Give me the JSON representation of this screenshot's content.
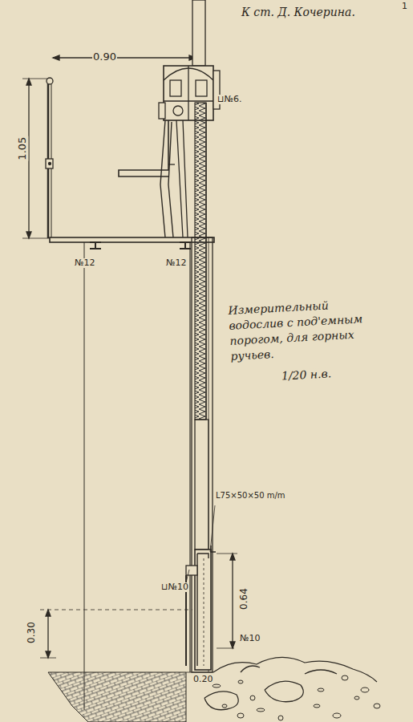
{
  "diagram": {
    "title": "Измерительный водослив с под'емным порогом, для горных ручьев.",
    "labels": [
      "1",
      "К ст. Д. Кочерина.",
      "0.90",
      "1.05",
      "⊔№6.",
      "№12",
      "№12",
      "1/20 н.в.",
      "L75×50×50 m/m",
      "0.64",
      "⊔№10",
      "№10",
      "0.30",
      "0.20"
    ]
  }
}
